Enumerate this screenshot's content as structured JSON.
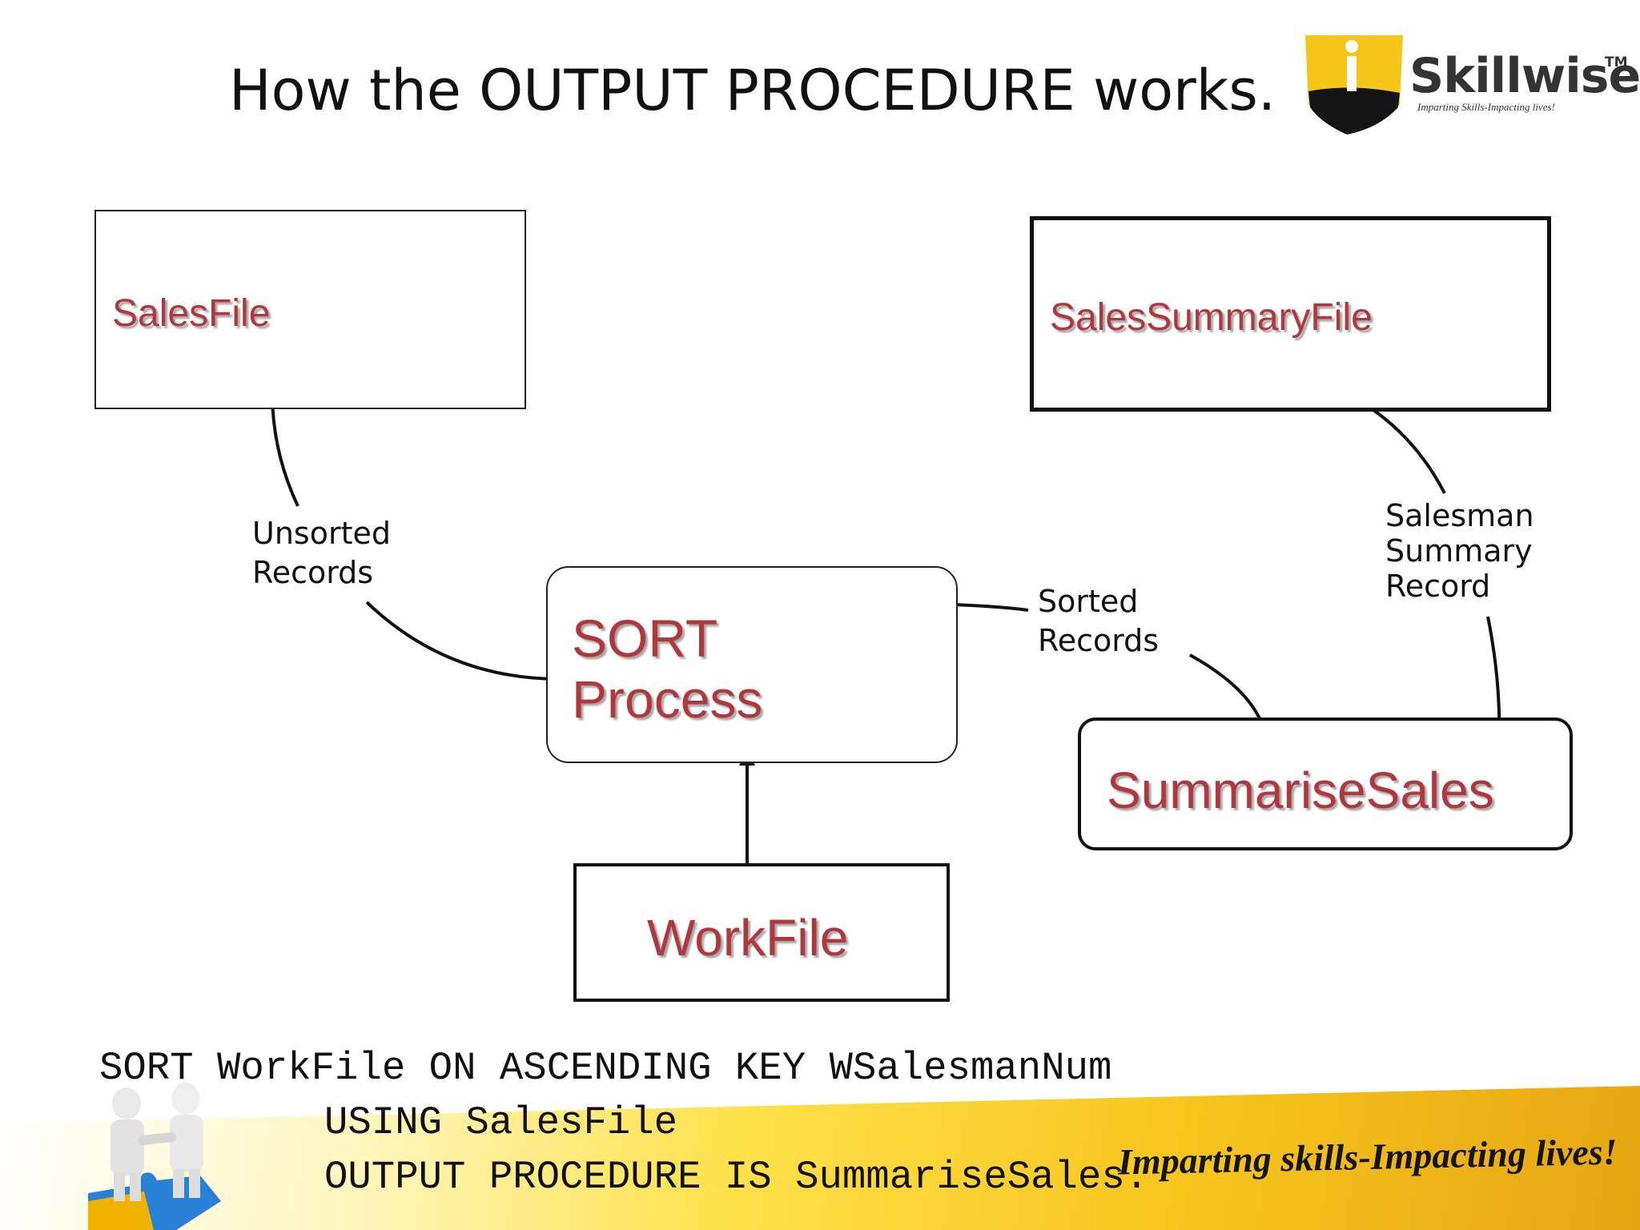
{
  "title": "How the OUTPUT PROCEDURE works.",
  "logo": {
    "name": "Skillwise",
    "tm": "TM",
    "tagline": "Imparting Skills-Impacting lives!"
  },
  "nodes": {
    "sales_file": "SalesFile",
    "sales_summary_file": "SalesSummaryFile",
    "sort_process_line1": "SORT",
    "sort_process_line2": "Process",
    "summarise_sales": "SummariseSales",
    "work_file": "WorkFile"
  },
  "edge_labels": {
    "unsorted_records": "Unsorted\nRecords",
    "sorted_records": "Sorted\nRecords",
    "salesman_summary_record": "Salesman\nSummary\nRecord"
  },
  "code": {
    "line1": "SORT WorkFile ON ASCENDING KEY WSalesmanNum",
    "line2": "USING SalesFile",
    "line3": "OUTPUT PROCEDURE IS SummariseSales."
  },
  "footer": {
    "tagline": "Imparting skills-Impacting lives!"
  },
  "colors": {
    "node_text": "#b0383c",
    "footer_gold": "#f7c51e",
    "logo_yellow": "#f5c518"
  }
}
